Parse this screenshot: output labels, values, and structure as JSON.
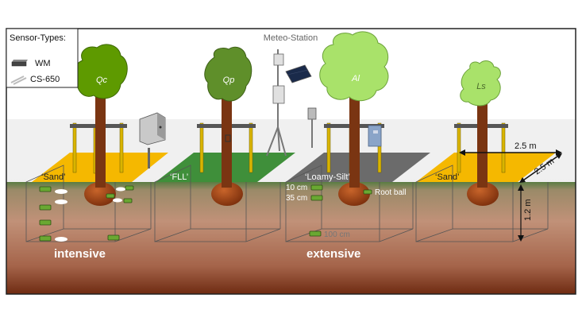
{
  "legend": {
    "title": "Sensor-Types:",
    "items": [
      {
        "icon": "wm-sensor-icon",
        "label": "WM"
      },
      {
        "icon": "cs650-sensor-icon",
        "label": "CS-650"
      }
    ]
  },
  "meteo_station": {
    "label": "Meteo-Station"
  },
  "trees": [
    {
      "species": "Qc",
      "substrate": "‘Sand’"
    },
    {
      "species": "Qp",
      "substrate": "‘FLL’"
    },
    {
      "species": "Al",
      "substrate": "‘Loamy-Silt’"
    },
    {
      "species": "Ls",
      "substrate": "‘Sand’"
    }
  ],
  "depths": {
    "d10": "10 cm",
    "d35": "35 cm",
    "d100": "100 cm"
  },
  "root_ball_label": "Root ball",
  "dimensions": {
    "width": "2.5 m",
    "length": "2.5 m",
    "depth": "1.2 m"
  },
  "treatments": {
    "intensive": "intensive",
    "extensive": "extensive"
  },
  "colors": {
    "sand": "#f5b800",
    "fll": "#3f8f3a",
    "loamy_silt": "#6b6b6b",
    "leaf_qc": "#5e9a00",
    "leaf_qp": "#5f8f2a",
    "leaf_light": "#a9e26a",
    "trunk": "#7a3512",
    "sensor_wm": "#6aa832"
  }
}
